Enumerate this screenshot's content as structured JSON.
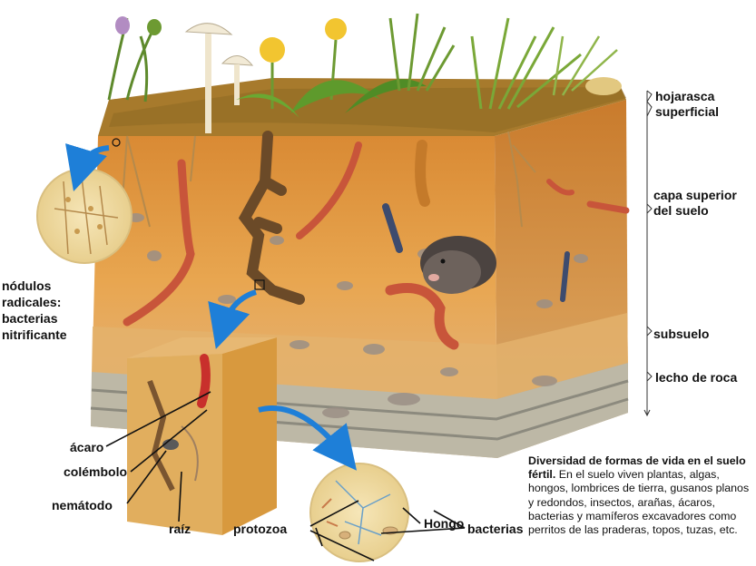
{
  "labels": {
    "hojarasca_line1": "hojarasca",
    "hojarasca_line2": "superficial",
    "capa_line1": "capa superior",
    "capa_line2": "del suelo",
    "subsuelo": "subsuelo",
    "lecho": "lecho de roca",
    "nodulos_line1": "nódulos",
    "nodulos_line2": "radicales:",
    "nodulos_line3": "bacterias",
    "nodulos_line4": "nitrificante",
    "acaro": "ácaro",
    "colembolo": "colémbolo",
    "nematodo": "nemátodo",
    "raiz": "raíz",
    "protozoa": "protozoa",
    "hongo": "Hongo",
    "bacterias": "bacterias"
  },
  "caption": {
    "title": "Diversidad de formas de vida en el suelo fértil.",
    "body": " En el suelo viven plantas, algas, hongos, lombrices de tierra, gusanos planos y redondos, insectos, arañas, ácaros, bacterias y mamíferos excavadores como perritos de las praderas, topos, tuzas, etc."
  },
  "colors": {
    "soil_top": "#e7a24a",
    "soil_mid": "#d98e3c",
    "soil_side": "#c77a2e",
    "subsoil": "#e0b272",
    "rock": "#b9b5a8",
    "worm": "#c8553a",
    "arrow": "#1e7fd8",
    "grass": "#6d9a32"
  }
}
